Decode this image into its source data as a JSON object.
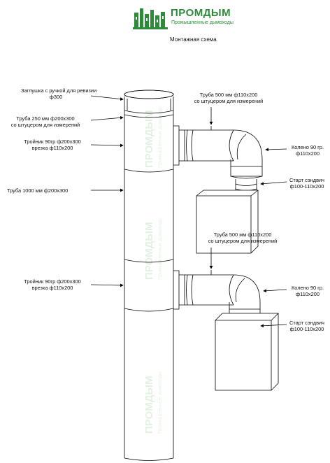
{
  "brand": {
    "name": "ПРОМДЫМ",
    "tagline": "Промышленные дымоходы",
    "logo_color": "#2e8b3a"
  },
  "title": "Монтажная схема",
  "labels": {
    "cap": [
      "Заглушка с ручкой для ревизии",
      "ф300"
    ],
    "pipe250": [
      "Труба 250 мм ф200х300",
      "со штуцером для измерений"
    ],
    "tee_top": [
      "Тройник 90гр ф200х300",
      "врезка ф110х200"
    ],
    "pipe1000": [
      "Труба 1000 мм ф200х300"
    ],
    "tee_bottom": [
      "Тройник 90гр ф200х300",
      "врезка ф110х200"
    ],
    "branch_pipe_top": [
      "Труба 500 мм ф110х200",
      "со штуцером для измерений"
    ],
    "elbow_top": [
      "Колено 90 гр.",
      "ф110х200"
    ],
    "start_top": [
      "Старт сэндвич",
      "ф100-110х200"
    ],
    "branch_pipe_bottom": [
      "Труба 500 мм ф110х200",
      "со штуцером для измерений"
    ],
    "elbow_bottom": [
      "Колено 90 гр.",
      "ф110х200"
    ],
    "start_bottom": [
      "Старт сэндвич",
      "ф100-110х200"
    ]
  },
  "watermark": {
    "text": "ПРОМДЫМ",
    "tagline": "Промышленные дымоходы"
  }
}
